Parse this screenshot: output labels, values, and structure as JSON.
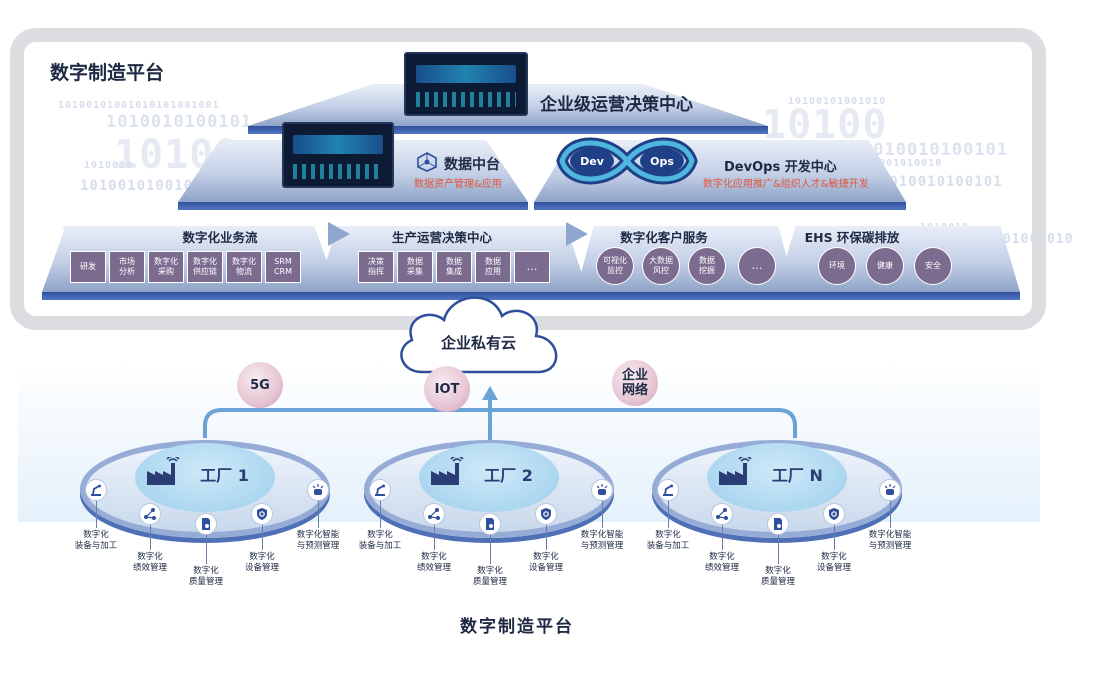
{
  "platform_title": "数字制造平台",
  "footer_title": "数字制造平台",
  "binary_text": {
    "a": "10100101001010101001001",
    "b": "1010010100101",
    "c": "10100",
    "d": "1010010100101",
    "e": "10100101001010",
    "f": "10100",
    "g": "1010010100101",
    "h": "1010010100101",
    "i": "10100101001010",
    "j": "1010010",
    "k": "101001010010",
    "l": "1010010",
    "m": "1010010"
  },
  "top": {
    "enterprise_center": "企业级运营决策中心",
    "data_middle": {
      "title": "数据中台",
      "subtitle": "数据资产管理&应用"
    },
    "devops": {
      "title": "DevOps 开发中心",
      "subtitle": "数字化应用推广&组织人才&敏捷开发",
      "dev": "Dev",
      "ops": "Ops"
    }
  },
  "sections": [
    {
      "title": "数字化业务流",
      "items": [
        "研发",
        "市场\n分析",
        "数字化\n采购",
        "数字化\n供应链",
        "数字化\n物流",
        "SRM\nCRM"
      ]
    },
    {
      "title": "生产运营决策中心",
      "items": [
        "决策\n指挥",
        "数据\n采集",
        "数据\n集成",
        "数据\n应用",
        "…"
      ]
    },
    {
      "title": "数字化客户服务",
      "items": [
        "可视化\n监控",
        "大数据\n风控",
        "数据\n挖掘",
        "…"
      ]
    },
    {
      "title": "EHS 环保碳排放",
      "items": [
        "环境",
        "健康",
        "安全"
      ]
    }
  ],
  "network": {
    "cloud": "企业私有云",
    "bubbles": [
      "5G",
      "IOT",
      "企业\n网络"
    ]
  },
  "factories": [
    {
      "name": "工厂 1"
    },
    {
      "name": "工厂 2"
    },
    {
      "name": "工厂 N"
    }
  ],
  "factory_functions": [
    {
      "label": "数字化\n装备与加工",
      "icon": "robot-arm-icon"
    },
    {
      "label": "数字化\n绩效管理",
      "icon": "share-nodes-icon"
    },
    {
      "label": "数字化\n质量管理",
      "icon": "document-gear-icon"
    },
    {
      "label": "数字化\n设备管理",
      "icon": "shield-search-icon"
    },
    {
      "label": "数字化智能\n与预测管理",
      "icon": "alarm-signal-icon"
    }
  ],
  "colors": {
    "accent_red": "#e2553b",
    "tile_purple": "#7b6b8f",
    "navy": "#2f4f9c",
    "light_blue": "#9ccfec"
  }
}
